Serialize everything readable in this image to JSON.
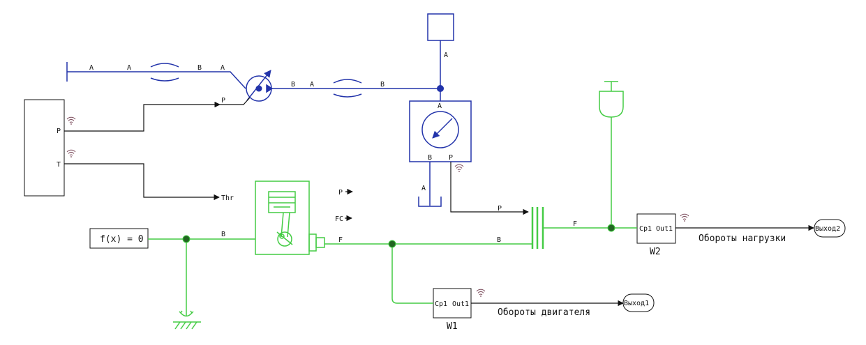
{
  "colors": {
    "hydraulic": "#2233aa",
    "mechanical": "#44cc44",
    "signal": "#111111",
    "wifi": "#7a4a5a",
    "background": "#ffffff"
  },
  "hydraulic": {
    "pipe_left": {
      "port_a1": "A",
      "port_a2": "A",
      "port_b": "B"
    },
    "pump": {
      "port_a": "A",
      "port_b": "B",
      "port_p": "P"
    },
    "pipe_right": {
      "port_a": "A",
      "port_b": "B"
    },
    "tank_top": {
      "port_a": "A"
    },
    "gauge": {
      "port_a": "A",
      "port_b": "B",
      "port_p": "P"
    },
    "tank_bottom": {
      "port_a": "A"
    }
  },
  "source": {
    "port_p": "P",
    "port_t": "T"
  },
  "signals": {
    "thr": "Thr",
    "p_out": "P",
    "fc_out": "FC",
    "clutch_p": "P"
  },
  "solver": {
    "label": "f(x) = 0"
  },
  "shaft": {
    "left_b": "B",
    "engine_f": "F",
    "mid_b": "B",
    "right_f": "F"
  },
  "sensor_w2": {
    "in": "Cp1",
    "out": "Out1",
    "title": "W2"
  },
  "sensor_w1": {
    "in": "Cp1",
    "out": "Out1",
    "title": "W1"
  },
  "outputs": {
    "out2_label": "Выход2",
    "out1_label": "Выход1",
    "load_speed": "Обороты нагрузки",
    "engine_speed": "Обороты двигателя"
  },
  "icons": [
    "wifi-icon",
    "gear-icon",
    "engine-icon",
    "pressure-gauge-icon",
    "hydraulic-pump-icon",
    "ground-icon",
    "clutch-icon",
    "inertia-icon"
  ]
}
